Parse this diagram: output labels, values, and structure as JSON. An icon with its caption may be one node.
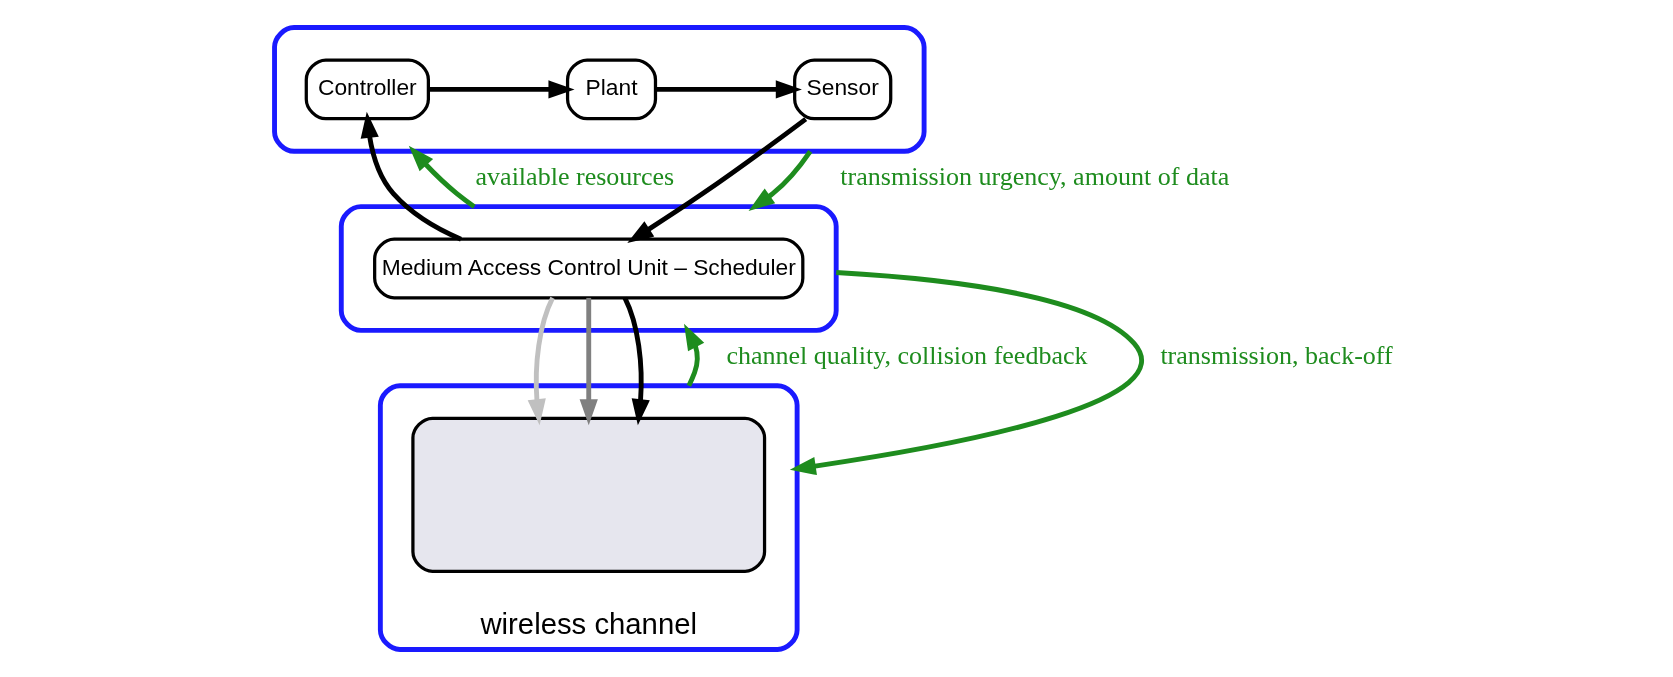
{
  "diagram": {
    "nodes": [
      {
        "text": [],
        "shape": "box"
      },
      {
        "text": [
          "Controller"
        ],
        "in": 0
      },
      {
        "text": [
          "Plant"
        ],
        "in": 0
      },
      {
        "text": [
          "Sensor"
        ],
        "in": 0
      },
      {
        "text": [],
        "shape": "box"
      },
      {
        "text": [
          "Medium Access Control Unit – Scheduler"
        ],
        "in": 4
      },
      {
        "text": [
          "wireless channel"
        ]
      },
      {
        "text": [],
        "shape": "box",
        "in": 6
      }
    ],
    "edges": [
      {
        "from": 1,
        "to": 2,
        "arrow": "to"
      },
      {
        "from": 2,
        "to": 3,
        "arrow": "to"
      },
      {
        "from": 3,
        "to": 5,
        "arrow": "to"
      },
      {
        "from": 5,
        "to": 1,
        "arrow": "to"
      },
      {
        "from": 5,
        "to": 7,
        "arrow": "to",
        "color": "#c0c0c0"
      },
      {
        "from": 5,
        "to": 7,
        "arrow": "to",
        "color": "#808080"
      },
      {
        "from": 5,
        "to": 7,
        "arrow": "to"
      },
      {
        "from": 4,
        "to": 0,
        "arrow": "to",
        "label": "available resources",
        "color": "#1e8c1e"
      },
      {
        "from": 0,
        "to": 4,
        "arrow": "to",
        "label": "transmission urgency, amount of data",
        "color": "#1e8c1e"
      },
      {
        "from": 6,
        "to": 4,
        "arrow": "to",
        "label": "channel quality, collision feedback",
        "color": "#1e8c1e"
      },
      {
        "from": 4,
        "to": 6,
        "arrow": "to",
        "label": "transmission, back-off",
        "color": "#1e8c1e"
      }
    ]
  }
}
